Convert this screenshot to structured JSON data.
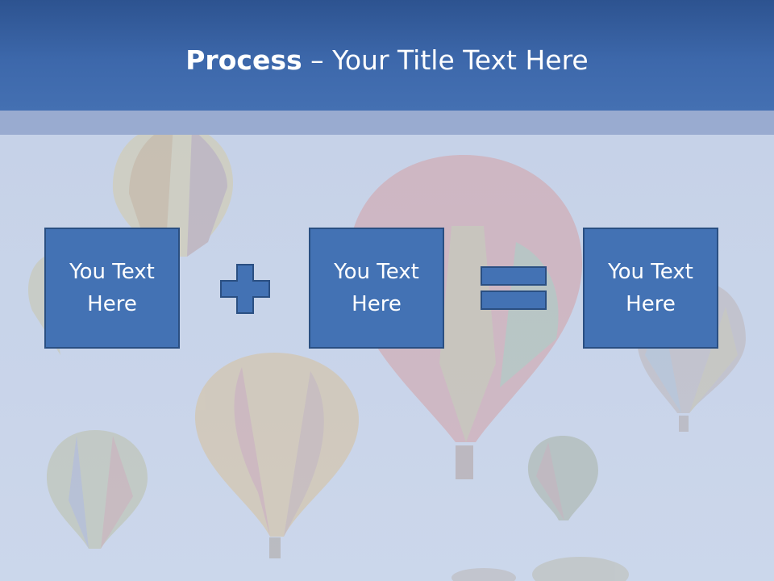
{
  "slide": {
    "title_bold": "Process",
    "title_dash": " – ",
    "title_rest": "Your Title Text Here"
  },
  "boxes": [
    {
      "label": "You Text Here"
    },
    {
      "label": "You Text Here"
    },
    {
      "label": "You Text Here"
    }
  ],
  "operators": [
    "plus-icon",
    "equals-icon"
  ],
  "colors": {
    "header": "#3d68ab",
    "band": "#99abd0",
    "box_fill": "#4372b4",
    "box_border": "#2a4f82",
    "background": "#c8d3e9"
  }
}
